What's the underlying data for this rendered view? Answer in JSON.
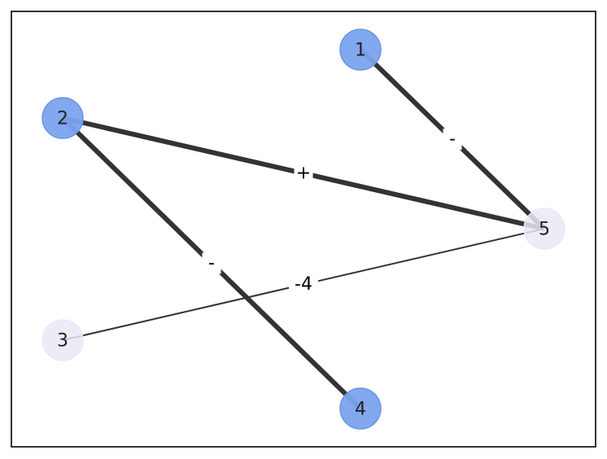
{
  "colors": {
    "frame": "#000000",
    "edge": "#333333",
    "node_highlight": "#7ba3ee",
    "node_highlight_stroke": "#6b95e6",
    "node_plain": "#e9e9f8",
    "label_text": "#222222"
  },
  "nodes": [
    {
      "id": "1",
      "label": "1",
      "style": "highlight"
    },
    {
      "id": "2",
      "label": "2",
      "style": "highlight"
    },
    {
      "id": "3",
      "label": "3",
      "style": "plain"
    },
    {
      "id": "4",
      "label": "4",
      "style": "highlight"
    },
    {
      "id": "5",
      "label": "5",
      "style": "plain"
    }
  ],
  "edges": [
    {
      "source": "1",
      "target": "5",
      "label": "-",
      "weight": "heavy"
    },
    {
      "source": "2",
      "target": "5",
      "label": "+",
      "weight": "heavy"
    },
    {
      "source": "2",
      "target": "4",
      "label": "-",
      "weight": "heavy"
    },
    {
      "source": "3",
      "target": "5",
      "label": "-4",
      "weight": "light"
    }
  ]
}
